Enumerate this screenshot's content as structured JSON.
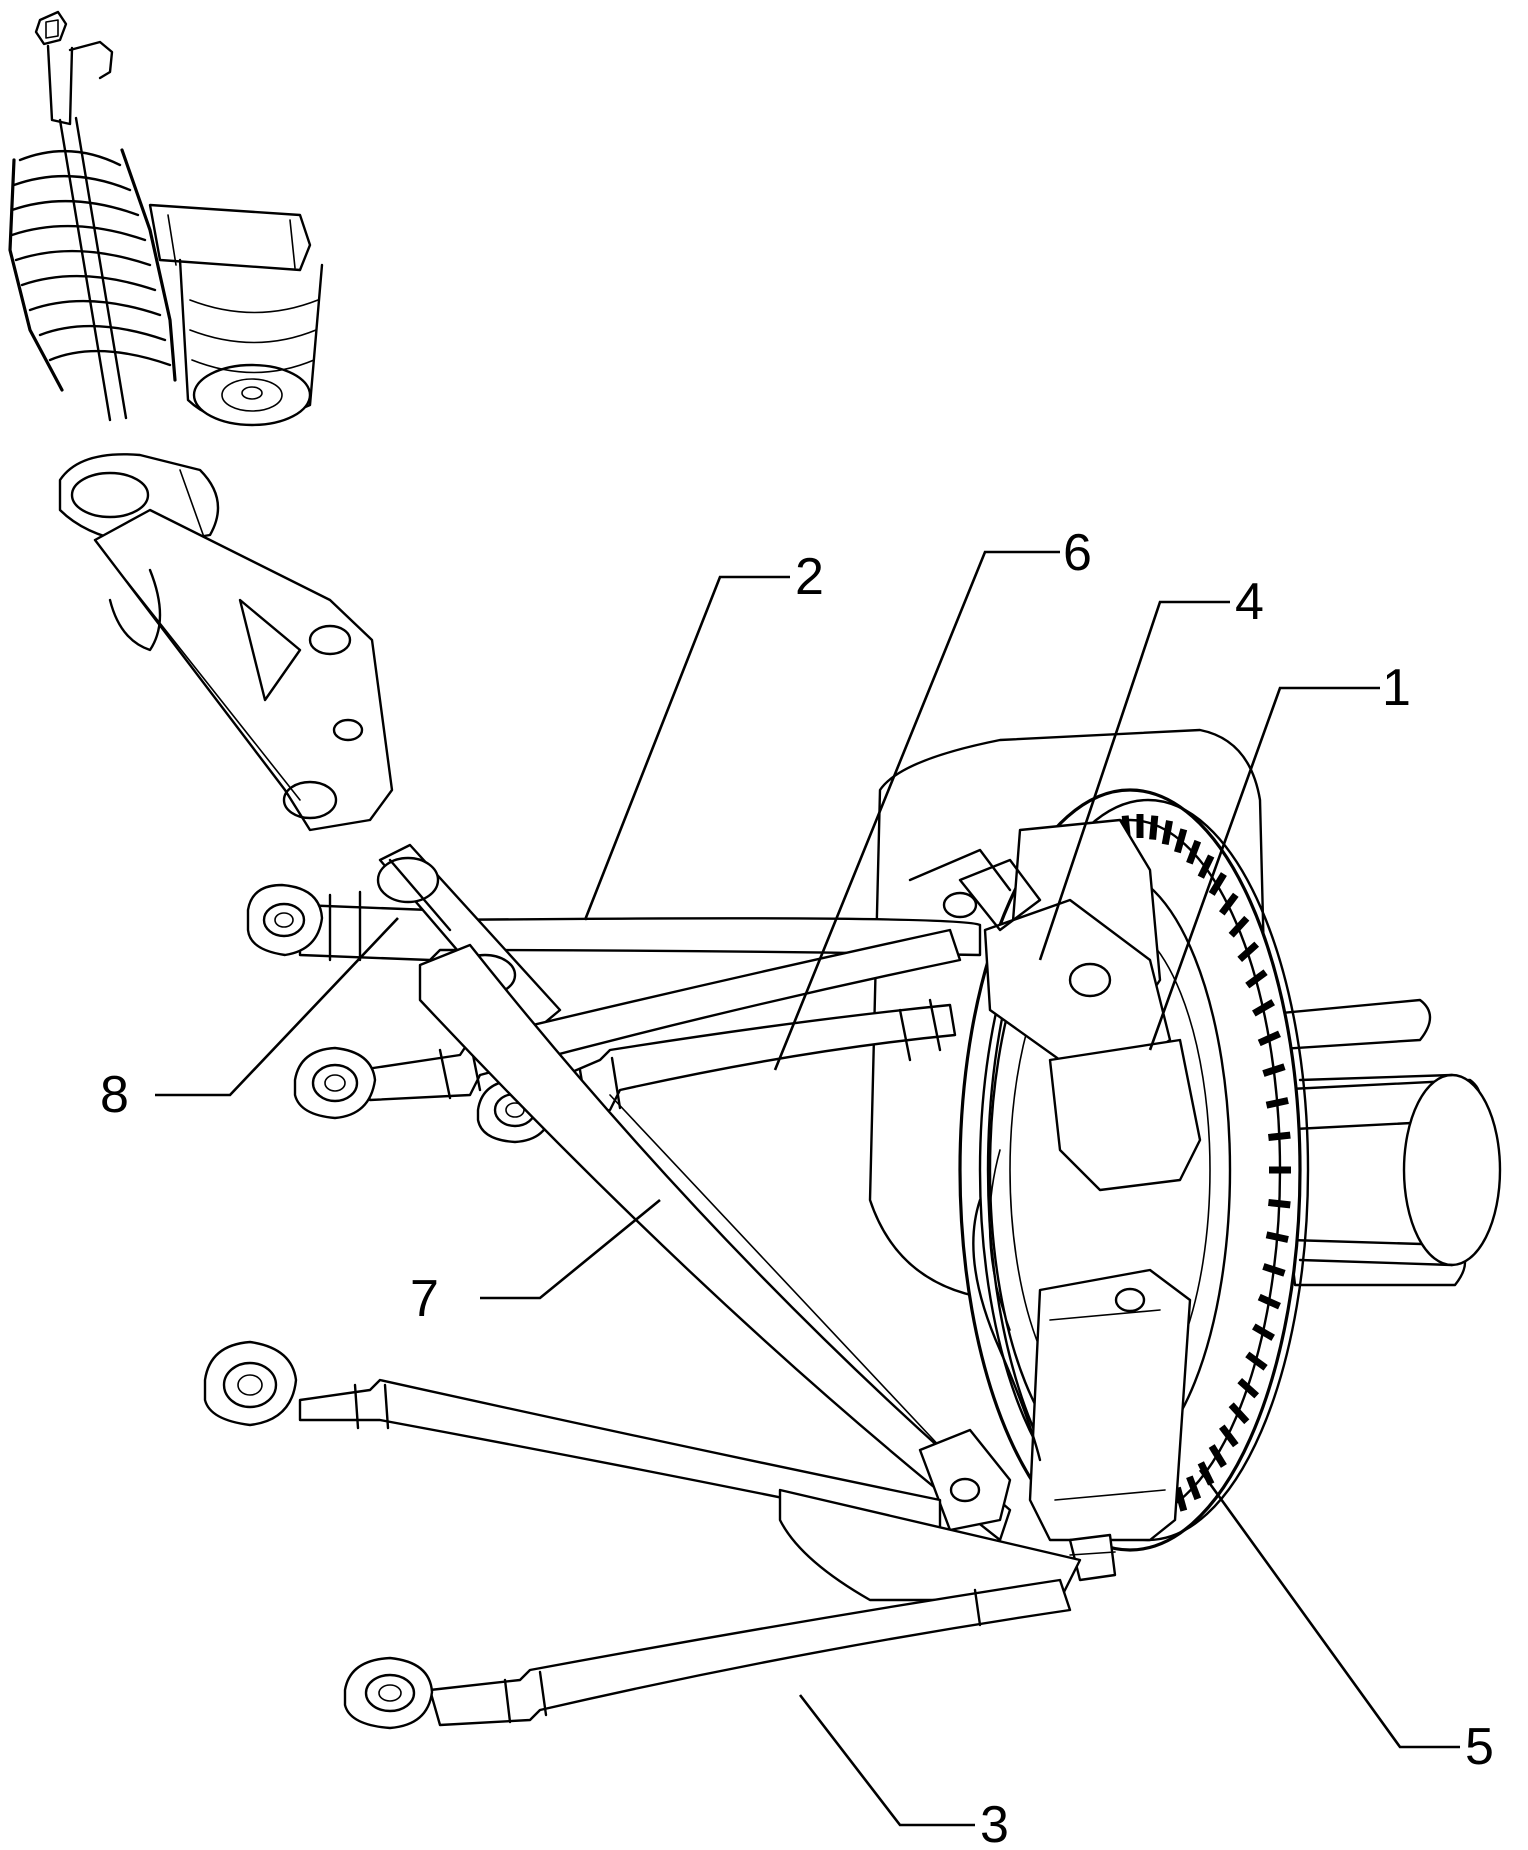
{
  "figure": {
    "title": "",
    "background": "#ffffff",
    "line_color": "#000000"
  },
  "callouts": [
    {
      "id": "1",
      "label": "1"
    },
    {
      "id": "2",
      "label": "2"
    },
    {
      "id": "3",
      "label": "3"
    },
    {
      "id": "4",
      "label": "4"
    },
    {
      "id": "5",
      "label": "5"
    },
    {
      "id": "6",
      "label": "6"
    },
    {
      "id": "7",
      "label": "7"
    },
    {
      "id": "8",
      "label": "8"
    }
  ]
}
